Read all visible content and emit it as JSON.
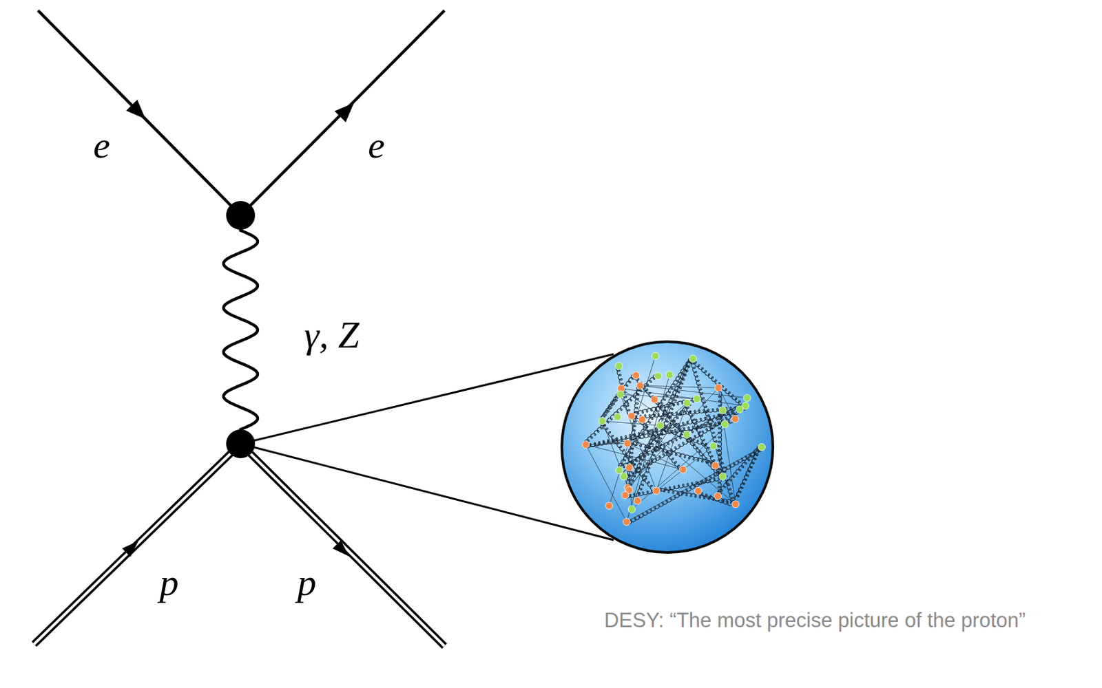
{
  "diagram": {
    "labels": [
      "e",
      "e",
      "γ, Z",
      "p",
      "p",
      "DESY: “The most precise picture of the proton”"
    ]
  }
}
